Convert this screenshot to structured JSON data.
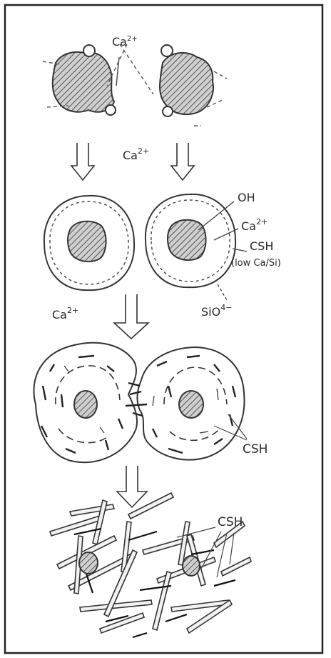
{
  "labels": {
    "ca_top": "Ca",
    "ca_top_sup": "2+",
    "ca_mid": "Ca",
    "ca_mid_sup": "2+",
    "oh": "OH",
    "ca_right": "Ca",
    "ca_right_sup": "2+",
    "csh_right": "CSH",
    "low_ca_si": "(low Ca/Si)",
    "ca_left": "Ca",
    "ca_left_sup": "2+",
    "sio4": "SiO",
    "sio4_sup": "4−",
    "csh_stage3": "CSH",
    "csh_stage4": "CSH"
  },
  "colors": {
    "ink": "#2a2a2a",
    "hatch_fill": "#bdbdbd",
    "border": "#222222",
    "background": "#ffffff"
  }
}
